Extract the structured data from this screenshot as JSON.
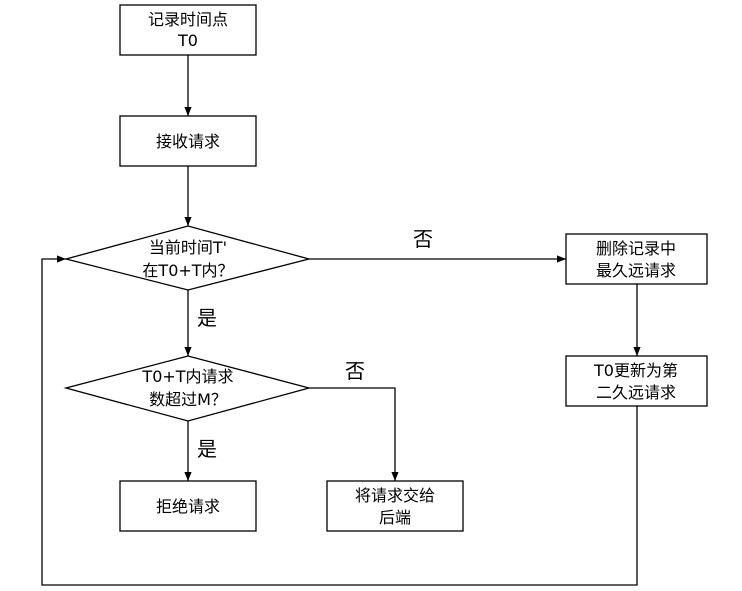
{
  "nodes": {
    "record_t0": {
      "lines": [
        "记录时间点",
        "T0"
      ]
    },
    "receive": {
      "lines": [
        "接收请求"
      ]
    },
    "check_time": {
      "lines": [
        "当前时间T'",
        "在T0+T内？"
      ]
    },
    "delete_oldest": {
      "lines": [
        "删除记录中",
        "最久远请求"
      ]
    },
    "update_t0": {
      "lines": [
        "T0更新为第",
        "二久远请求"
      ]
    },
    "check_count": {
      "lines": [
        "T0+T内请求",
        "数超过M？"
      ]
    },
    "reject": {
      "lines": [
        "拒绝请求"
      ]
    },
    "forward": {
      "lines": [
        "将请求交给",
        "后端"
      ]
    }
  },
  "edge_labels": {
    "time_no": "否",
    "time_yes": "是",
    "count_no": "否",
    "count_yes": "是"
  }
}
